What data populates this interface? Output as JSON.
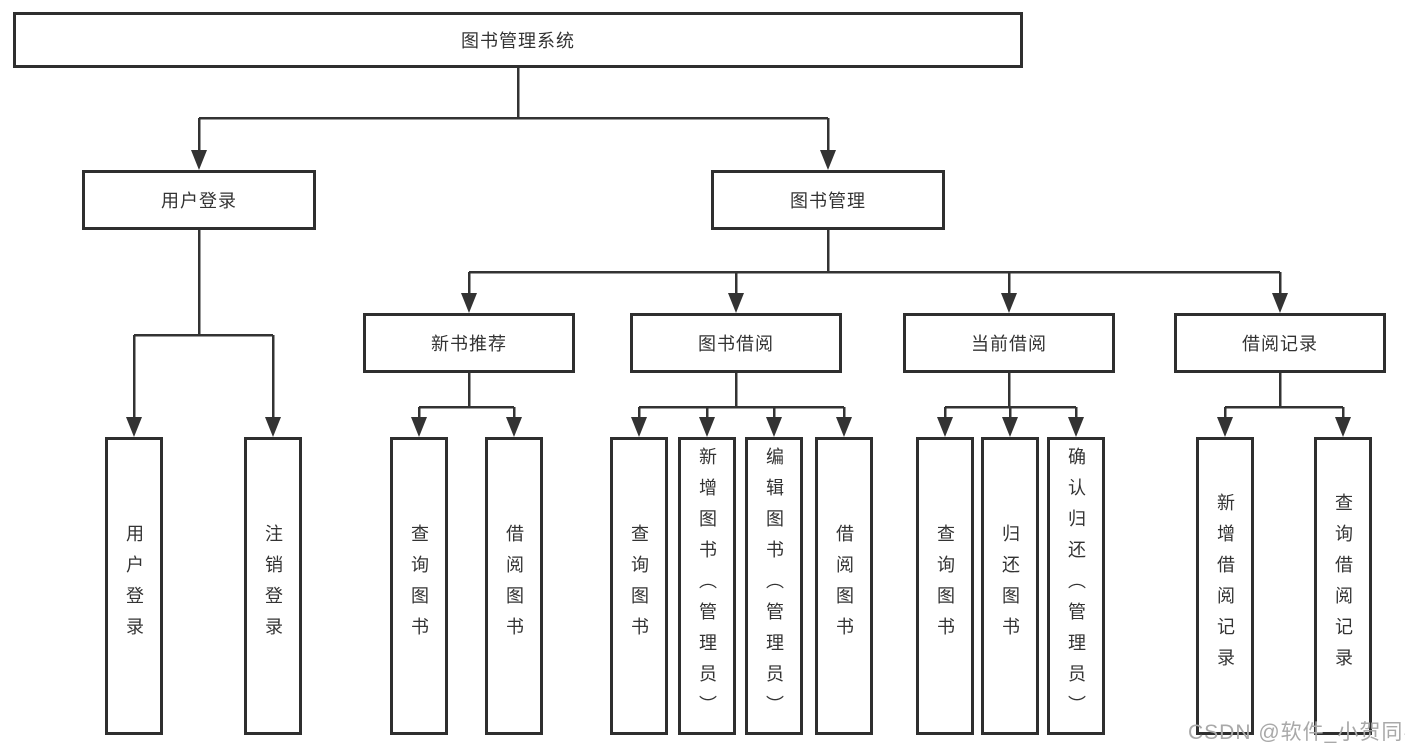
{
  "tree": {
    "label": "图书管理系统",
    "children": [
      {
        "label": "用户登录",
        "children": [
          {
            "label": "用户登录"
          },
          {
            "label": "注销登录"
          }
        ]
      },
      {
        "label": "图书管理",
        "children": [
          {
            "label": "新书推荐",
            "children": [
              {
                "label": "查询图书"
              },
              {
                "label": "借阅图书"
              }
            ]
          },
          {
            "label": "图书借阅",
            "children": [
              {
                "label": "查询图书"
              },
              {
                "label": "新增图书（管理员）"
              },
              {
                "label": "编辑图书（管理员）"
              },
              {
                "label": "借阅图书"
              }
            ]
          },
          {
            "label": "当前借阅",
            "children": [
              {
                "label": "查询图书"
              },
              {
                "label": "归还图书"
              },
              {
                "label": "确认归还（管理员）"
              }
            ]
          },
          {
            "label": "借阅记录",
            "children": [
              {
                "label": "新增借阅记录"
              },
              {
                "label": "查询借阅记录"
              }
            ]
          }
        ]
      }
    ]
  },
  "watermark": {
    "text": "CSDN @软件_小贺同学"
  },
  "colors": {
    "line": "#333333",
    "border": "#2f2f2f",
    "text": "#333333",
    "watermark": "#a9a9a9"
  }
}
